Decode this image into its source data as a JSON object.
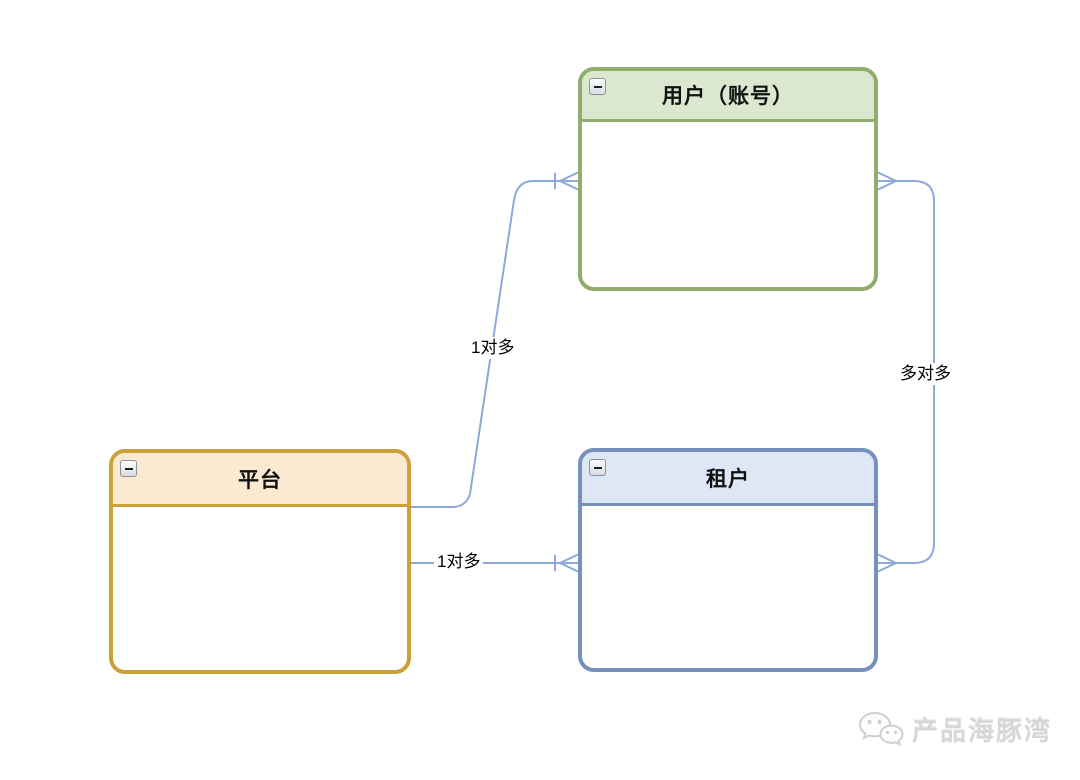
{
  "diagram": {
    "entities": [
      {
        "id": "user",
        "title": "用户（账号）",
        "header_fill": "#dbe7cf",
        "stroke": "#8fae6e"
      },
      {
        "id": "platform",
        "title": "平台",
        "header_fill": "#fbe9d2",
        "stroke": "#cda139"
      },
      {
        "id": "tenant",
        "title": "租户",
        "header_fill": "#dde7f6",
        "stroke": "#7590bb"
      }
    ],
    "connectors": [
      {
        "from": "platform",
        "to": "user",
        "label": "1对多",
        "end_marker": "crow-foot-one-to-many"
      },
      {
        "from": "platform",
        "to": "tenant",
        "label": "1对多",
        "end_marker": "crow-foot-one-to-many"
      },
      {
        "from": "user",
        "to": "tenant",
        "label": "多对多",
        "end_marker": "crow-foot-both-ends"
      }
    ],
    "connector_color": "#8fa7db",
    "collapse_button_glyph": "minus"
  },
  "watermark": {
    "text": "产品海豚湾",
    "icon": "wechat-logo-icon"
  }
}
